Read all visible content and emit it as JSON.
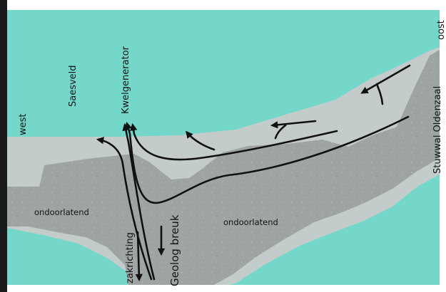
{
  "labels": {
    "west": "west",
    "oost": "oost",
    "saesveld": "Saesveld",
    "kwelgenerator": "Kwelgenerator",
    "stuwwal": "Stuwwal Oldenzaal",
    "ondoorlatend_left": "ondoorlatend",
    "ondoorlatend_center": "ondoorlatend",
    "zakrichting": "zakrichting",
    "geolog_breuk": "Geolog breuk"
  },
  "colors": {
    "water_zone": "#74d7c9",
    "permeable_layer": "#c3cccb",
    "impermeable_layer": "#9ea4a4",
    "flow_arrows": "#111111",
    "text": "#141414"
  }
}
